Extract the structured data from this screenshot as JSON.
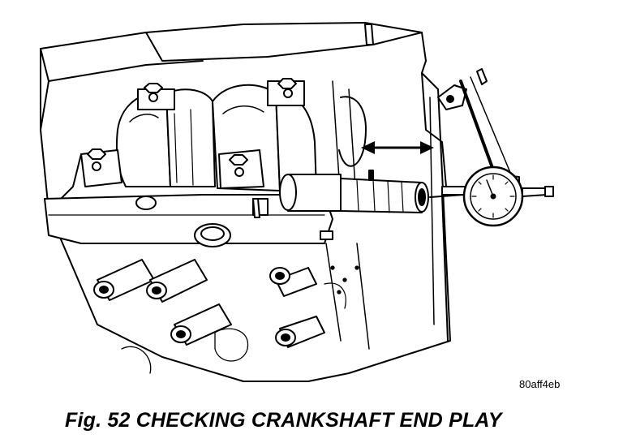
{
  "figure": {
    "reference_code": "80aff4eb",
    "caption": "Fig. 52 CHECKING CRANKSHAFT END PLAY"
  },
  "colors": {
    "ink": "#000000",
    "paper": "#ffffff",
    "shadow": "#111111"
  },
  "icons": {
    "end_play_arrow": "double-headed-arrow",
    "dial_indicator": "dial-gauge"
  }
}
